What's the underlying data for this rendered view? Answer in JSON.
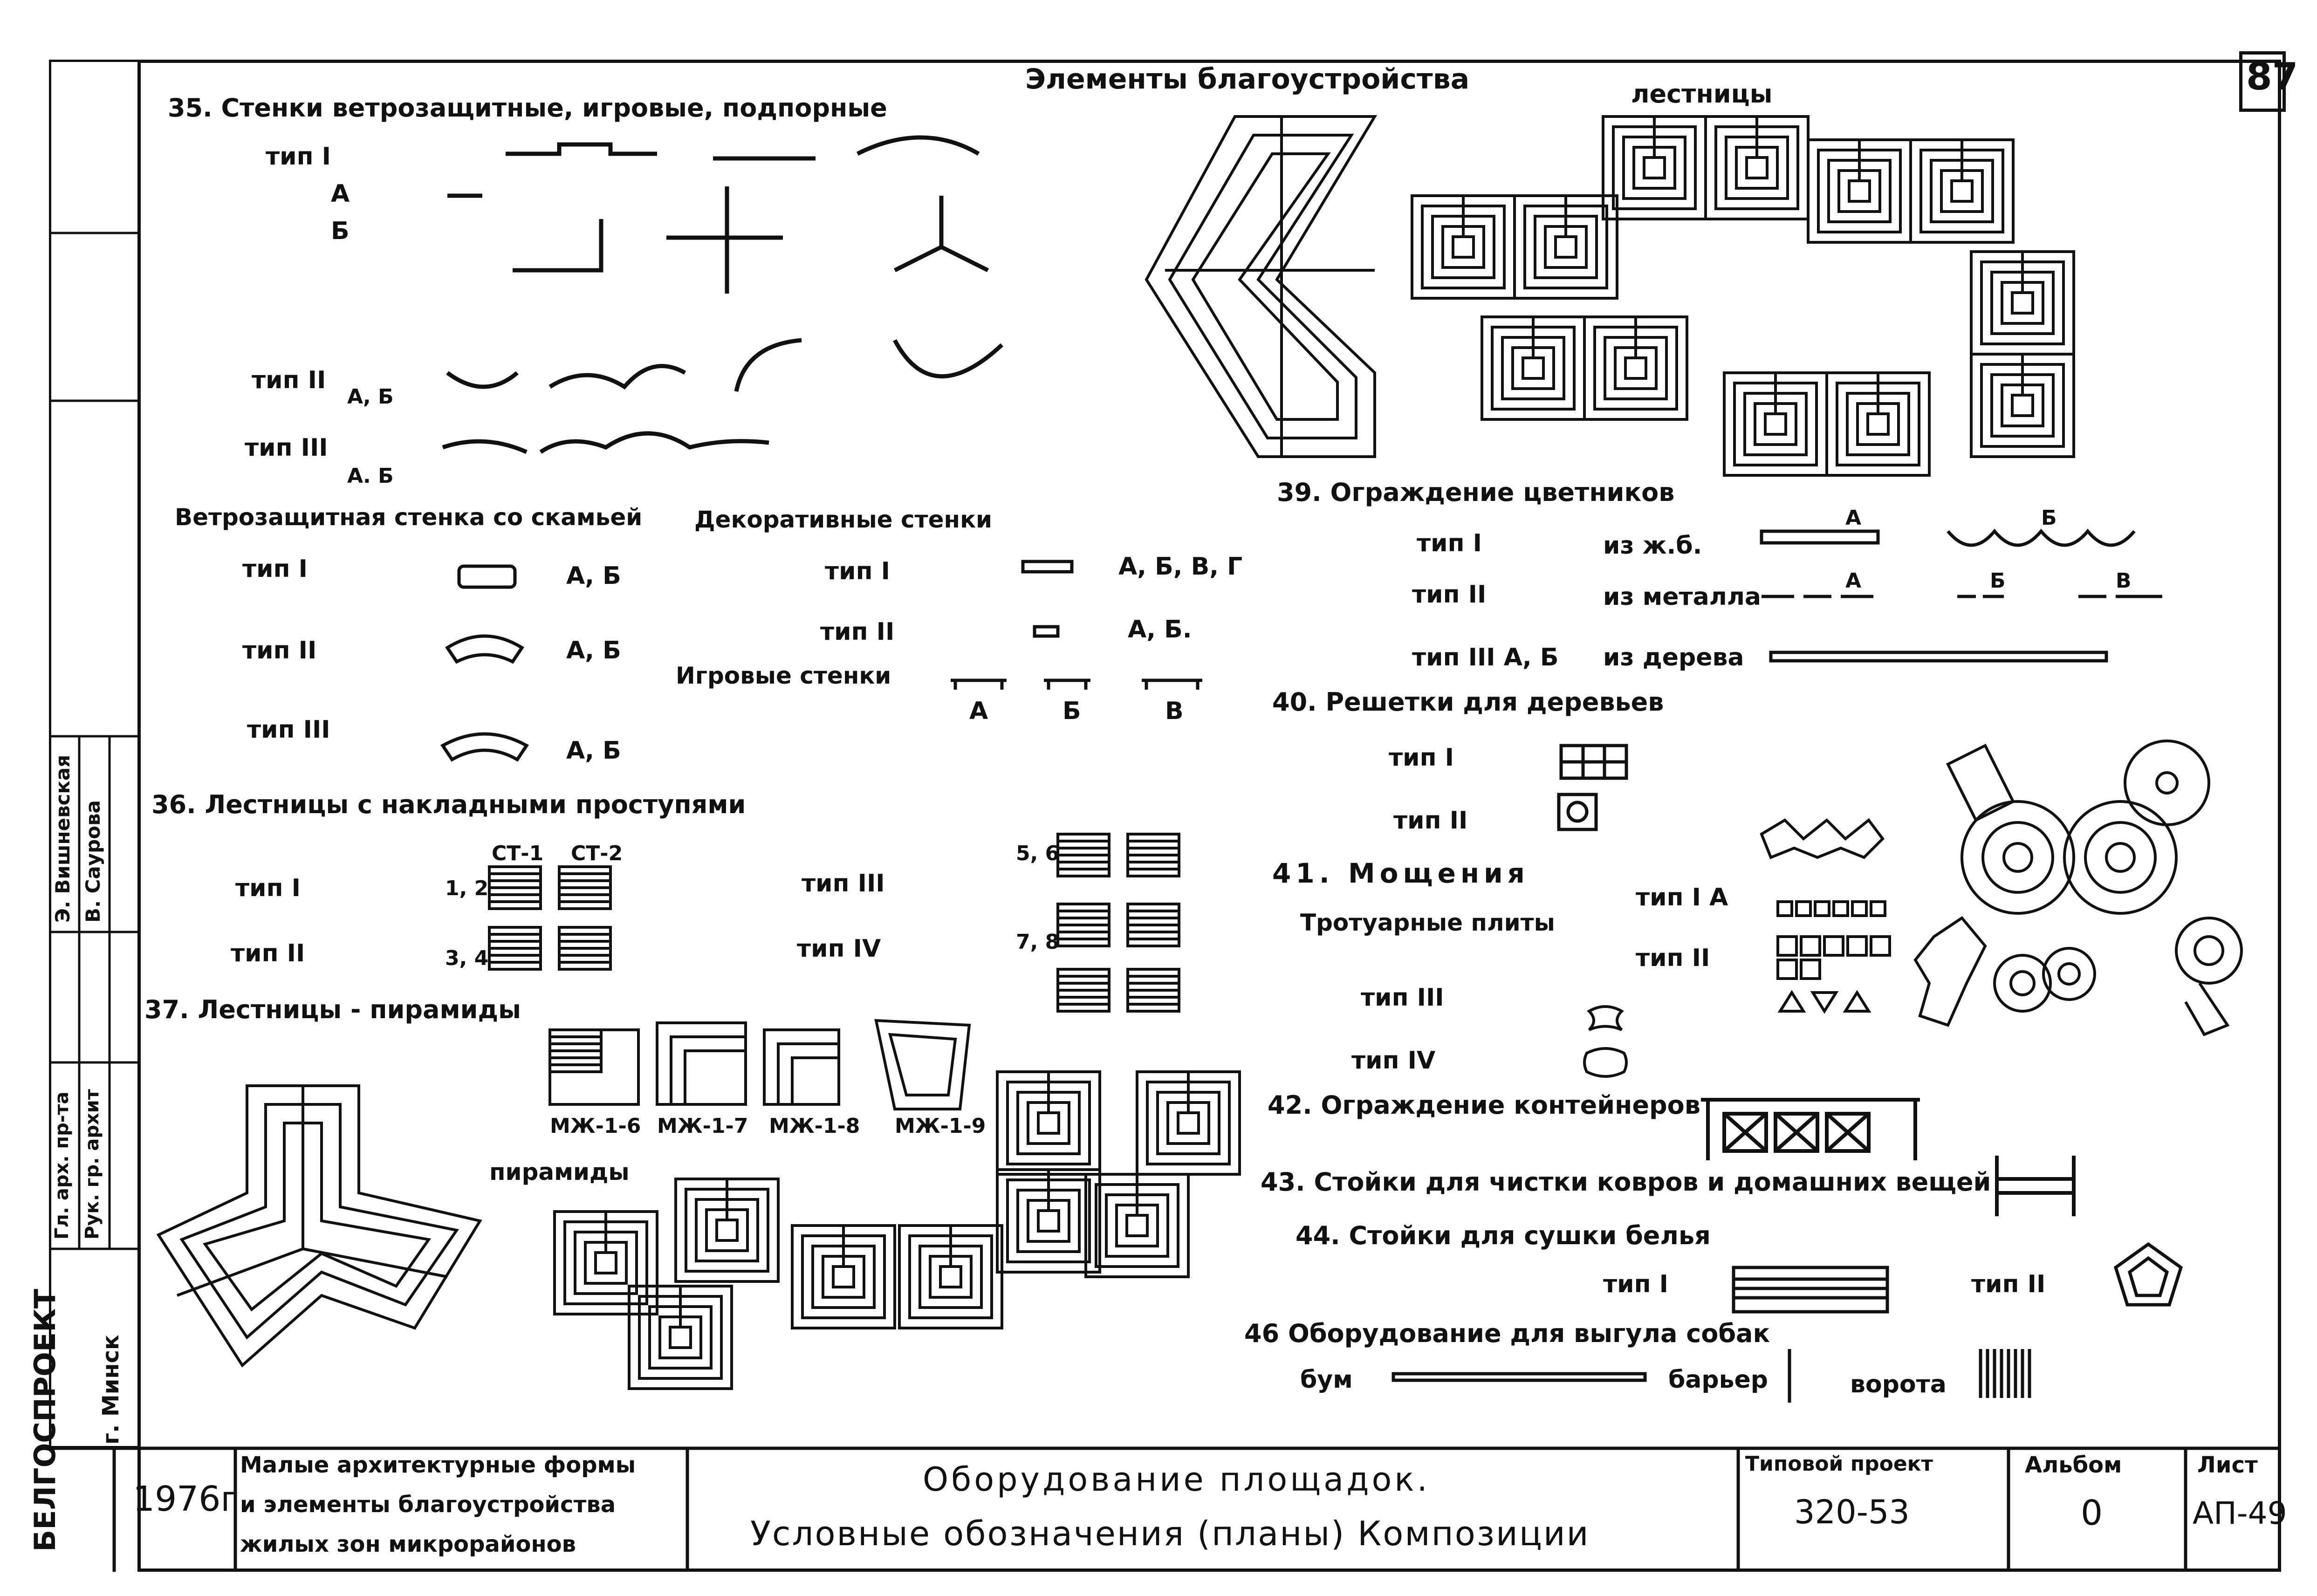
{
  "sheet": {
    "page_number": "87",
    "title": "Элементы благоустройства",
    "stairs_header": "лестницы"
  },
  "sec35": {
    "title": "35. Стенки   ветрозащитные, игровые, подпорные",
    "type1": "тип I",
    "a": "А",
    "b": "Б",
    "type2": "тип II",
    "type2_sub": "А, Б",
    "type3": "тип III",
    "type3_sub": "А. Б"
  },
  "wind_bench": {
    "title": "Ветрозащитная стенка со скамьей",
    "rows": [
      {
        "type": "тип I",
        "variants": "А, Б"
      },
      {
        "type": "тип II",
        "variants": "А, Б"
      },
      {
        "type": "тип III",
        "variants": "А, Б"
      }
    ]
  },
  "decor": {
    "title": "Декоративные стенки",
    "rows": [
      {
        "type": "тип I",
        "variants": "А, Б, В, Г"
      },
      {
        "type": "тип II",
        "variants": "А, Б."
      }
    ],
    "play_title": "Игровые стенки",
    "play_labels": [
      "А",
      "Б",
      "В"
    ]
  },
  "sec36": {
    "title": "36. Лестницы с накладными проступями",
    "col_labels": [
      "СТ-1",
      "СТ-2"
    ],
    "rows": [
      {
        "type": "тип I",
        "num": "1, 2"
      },
      {
        "type": "тип II",
        "num": "3, 4"
      }
    ],
    "rows_right": [
      {
        "type": "тип III",
        "num": "5, 6"
      },
      {
        "type": "тип IV",
        "num": "7, 8"
      }
    ]
  },
  "sec37": {
    "title": "37. Лестницы - пирамиды",
    "pyramids_label": "пирамиды",
    "mzh_labels": [
      "МЖ-1-6",
      "МЖ-1-7",
      "МЖ-1-8",
      "МЖ-1-9"
    ]
  },
  "sec39": {
    "title": "39. Ограждение цветников",
    "rows": [
      {
        "type": "тип I",
        "material": "из ж.б."
      },
      {
        "type": "тип II",
        "material": "из металла"
      },
      {
        "type": "тип III А, Б",
        "material": "из дерева"
      }
    ],
    "letters_top": [
      "А",
      "Б"
    ],
    "letters_mid": [
      "А",
      "Б",
      "В"
    ]
  },
  "sec40": {
    "title": "40. Решетки для деревьев",
    "rows": [
      "тип I",
      "тип II"
    ]
  },
  "sec41": {
    "title": "41. Мощения",
    "subtitle": "Тротуарные плиты",
    "rows": [
      "тип I А",
      "тип II",
      "тип III",
      "тип IV"
    ]
  },
  "sec42": {
    "title": "42. Ограждение контейнеров"
  },
  "sec43": {
    "title": "43. Стойки для чистки ковров и домашних вещей"
  },
  "sec44": {
    "title": "44. Стойки для сушки белья",
    "type1": "тип I",
    "type2": "тип II"
  },
  "sec46": {
    "title": "46  Оборудование для выгула собак",
    "boom": "бум",
    "barrier": "барьер",
    "gate": "ворота"
  },
  "side": {
    "names": [
      "Э. Вишневская",
      "В. Саурова"
    ],
    "roles": [
      "Гл. арх. пр-та",
      "Рук. гр. архит"
    ],
    "org": "БЕЛГОСПРОЕКТ",
    "city": "г. Минск"
  },
  "stamp": {
    "year": "1976г",
    "project_lines": [
      "Малые архитектурные формы",
      "и элементы благоустройства",
      "жилых зон микрорайонов"
    ],
    "title_line1": "Оборудование площадок.",
    "title_line2": "Условные обозначения (планы) Композиции",
    "typical_label": "Типовой проект",
    "typical_value": "320-53",
    "album_label": "Альбом",
    "album_value": "0",
    "sheet_label": "Лист",
    "sheet_value": "АП-49"
  }
}
